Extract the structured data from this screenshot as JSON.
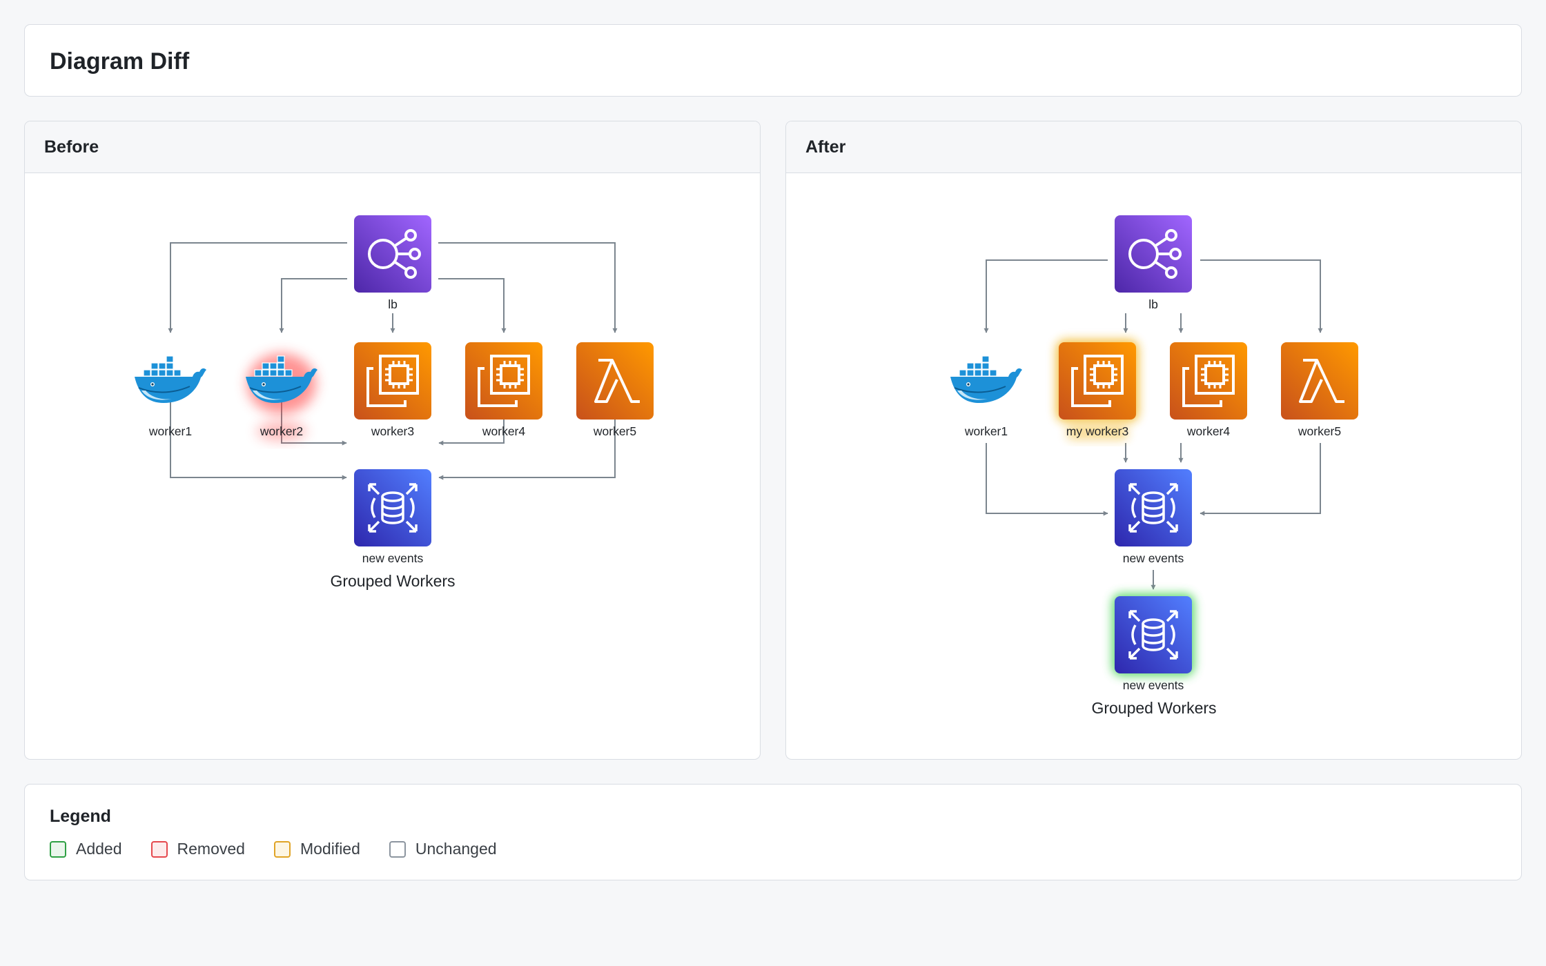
{
  "page": {
    "title": "Diagram Diff"
  },
  "colors": {
    "added": "#2ea043",
    "removed": "#e5484d",
    "modified": "#e0a426",
    "unchanged": "#8c959f",
    "lb_purple": "#8a4ed8",
    "compute_orange": "#ed7100",
    "database_blue": "#4053d6",
    "docker_blue": "#1d91d8"
  },
  "before": {
    "title": "Before",
    "group_label": "Grouped Workers",
    "nodes": {
      "lb": {
        "label": "lb",
        "icon": "load-balancer-icon",
        "status": "unchanged"
      },
      "worker1": {
        "label": "worker1",
        "icon": "docker-whale-icon",
        "status": "unchanged"
      },
      "worker2": {
        "label": "worker2",
        "icon": "docker-whale-icon",
        "status": "removed"
      },
      "worker3": {
        "label": "worker3",
        "icon": "ec2-instance-icon",
        "status": "unchanged"
      },
      "worker4": {
        "label": "worker4",
        "icon": "ec2-instance-icon",
        "status": "unchanged"
      },
      "worker5": {
        "label": "worker5",
        "icon": "lambda-icon",
        "status": "unchanged"
      },
      "events": {
        "label": "new events",
        "icon": "database-icon",
        "status": "unchanged"
      }
    }
  },
  "after": {
    "title": "After",
    "group_label": "Grouped Workers",
    "nodes": {
      "lb": {
        "label": "lb",
        "icon": "load-balancer-icon",
        "status": "unchanged"
      },
      "worker1": {
        "label": "worker1",
        "icon": "docker-whale-icon",
        "status": "unchanged"
      },
      "worker3": {
        "label": "my worker3",
        "icon": "ec2-instance-icon",
        "status": "modified"
      },
      "worker4": {
        "label": "worker4",
        "icon": "ec2-instance-icon",
        "status": "unchanged"
      },
      "worker5": {
        "label": "worker5",
        "icon": "lambda-icon",
        "status": "unchanged"
      },
      "events": {
        "label": "new events",
        "icon": "database-icon",
        "status": "unchanged"
      },
      "events2": {
        "label": "new events",
        "icon": "database-icon",
        "status": "added"
      }
    }
  },
  "legend": {
    "title": "Legend",
    "items": [
      {
        "label": "Added",
        "status": "added"
      },
      {
        "label": "Removed",
        "status": "removed"
      },
      {
        "label": "Modified",
        "status": "modified"
      },
      {
        "label": "Unchanged",
        "status": "unchanged"
      }
    ]
  }
}
